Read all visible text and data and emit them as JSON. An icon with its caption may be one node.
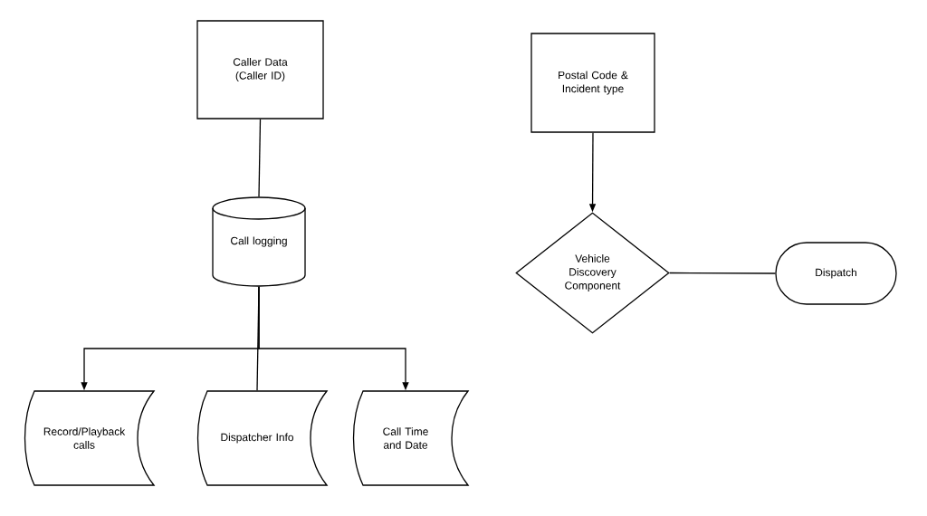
{
  "diagram": {
    "nodes": [
      {
        "text": [
          "Caller Data (Caller ID)"
        ]
      },
      {
        "text": [
          "Postal Code & Incident type"
        ]
      },
      {
        "text": [
          "Call logging"
        ]
      },
      {
        "text": [
          "Vehicle Discovery Component"
        ]
      },
      {
        "text": [
          "Dispatch"
        ]
      },
      {
        "text": [
          "Record/Playback calls"
        ]
      },
      {
        "text": [
          "Dispatcher Info"
        ]
      },
      {
        "text": [
          "Call Time and Date"
        ]
      }
    ],
    "edges": [
      {
        "from": 0,
        "to": 2,
        "arrow": "none"
      },
      {
        "from": 2,
        "to": 5,
        "arrow": "to"
      },
      {
        "from": 2,
        "to": 6,
        "arrow": "none"
      },
      {
        "from": 2,
        "to": 7,
        "arrow": "to"
      },
      {
        "from": 1,
        "to": 3,
        "arrow": "to"
      },
      {
        "from": 3,
        "to": 4,
        "arrow": "none"
      }
    ]
  }
}
